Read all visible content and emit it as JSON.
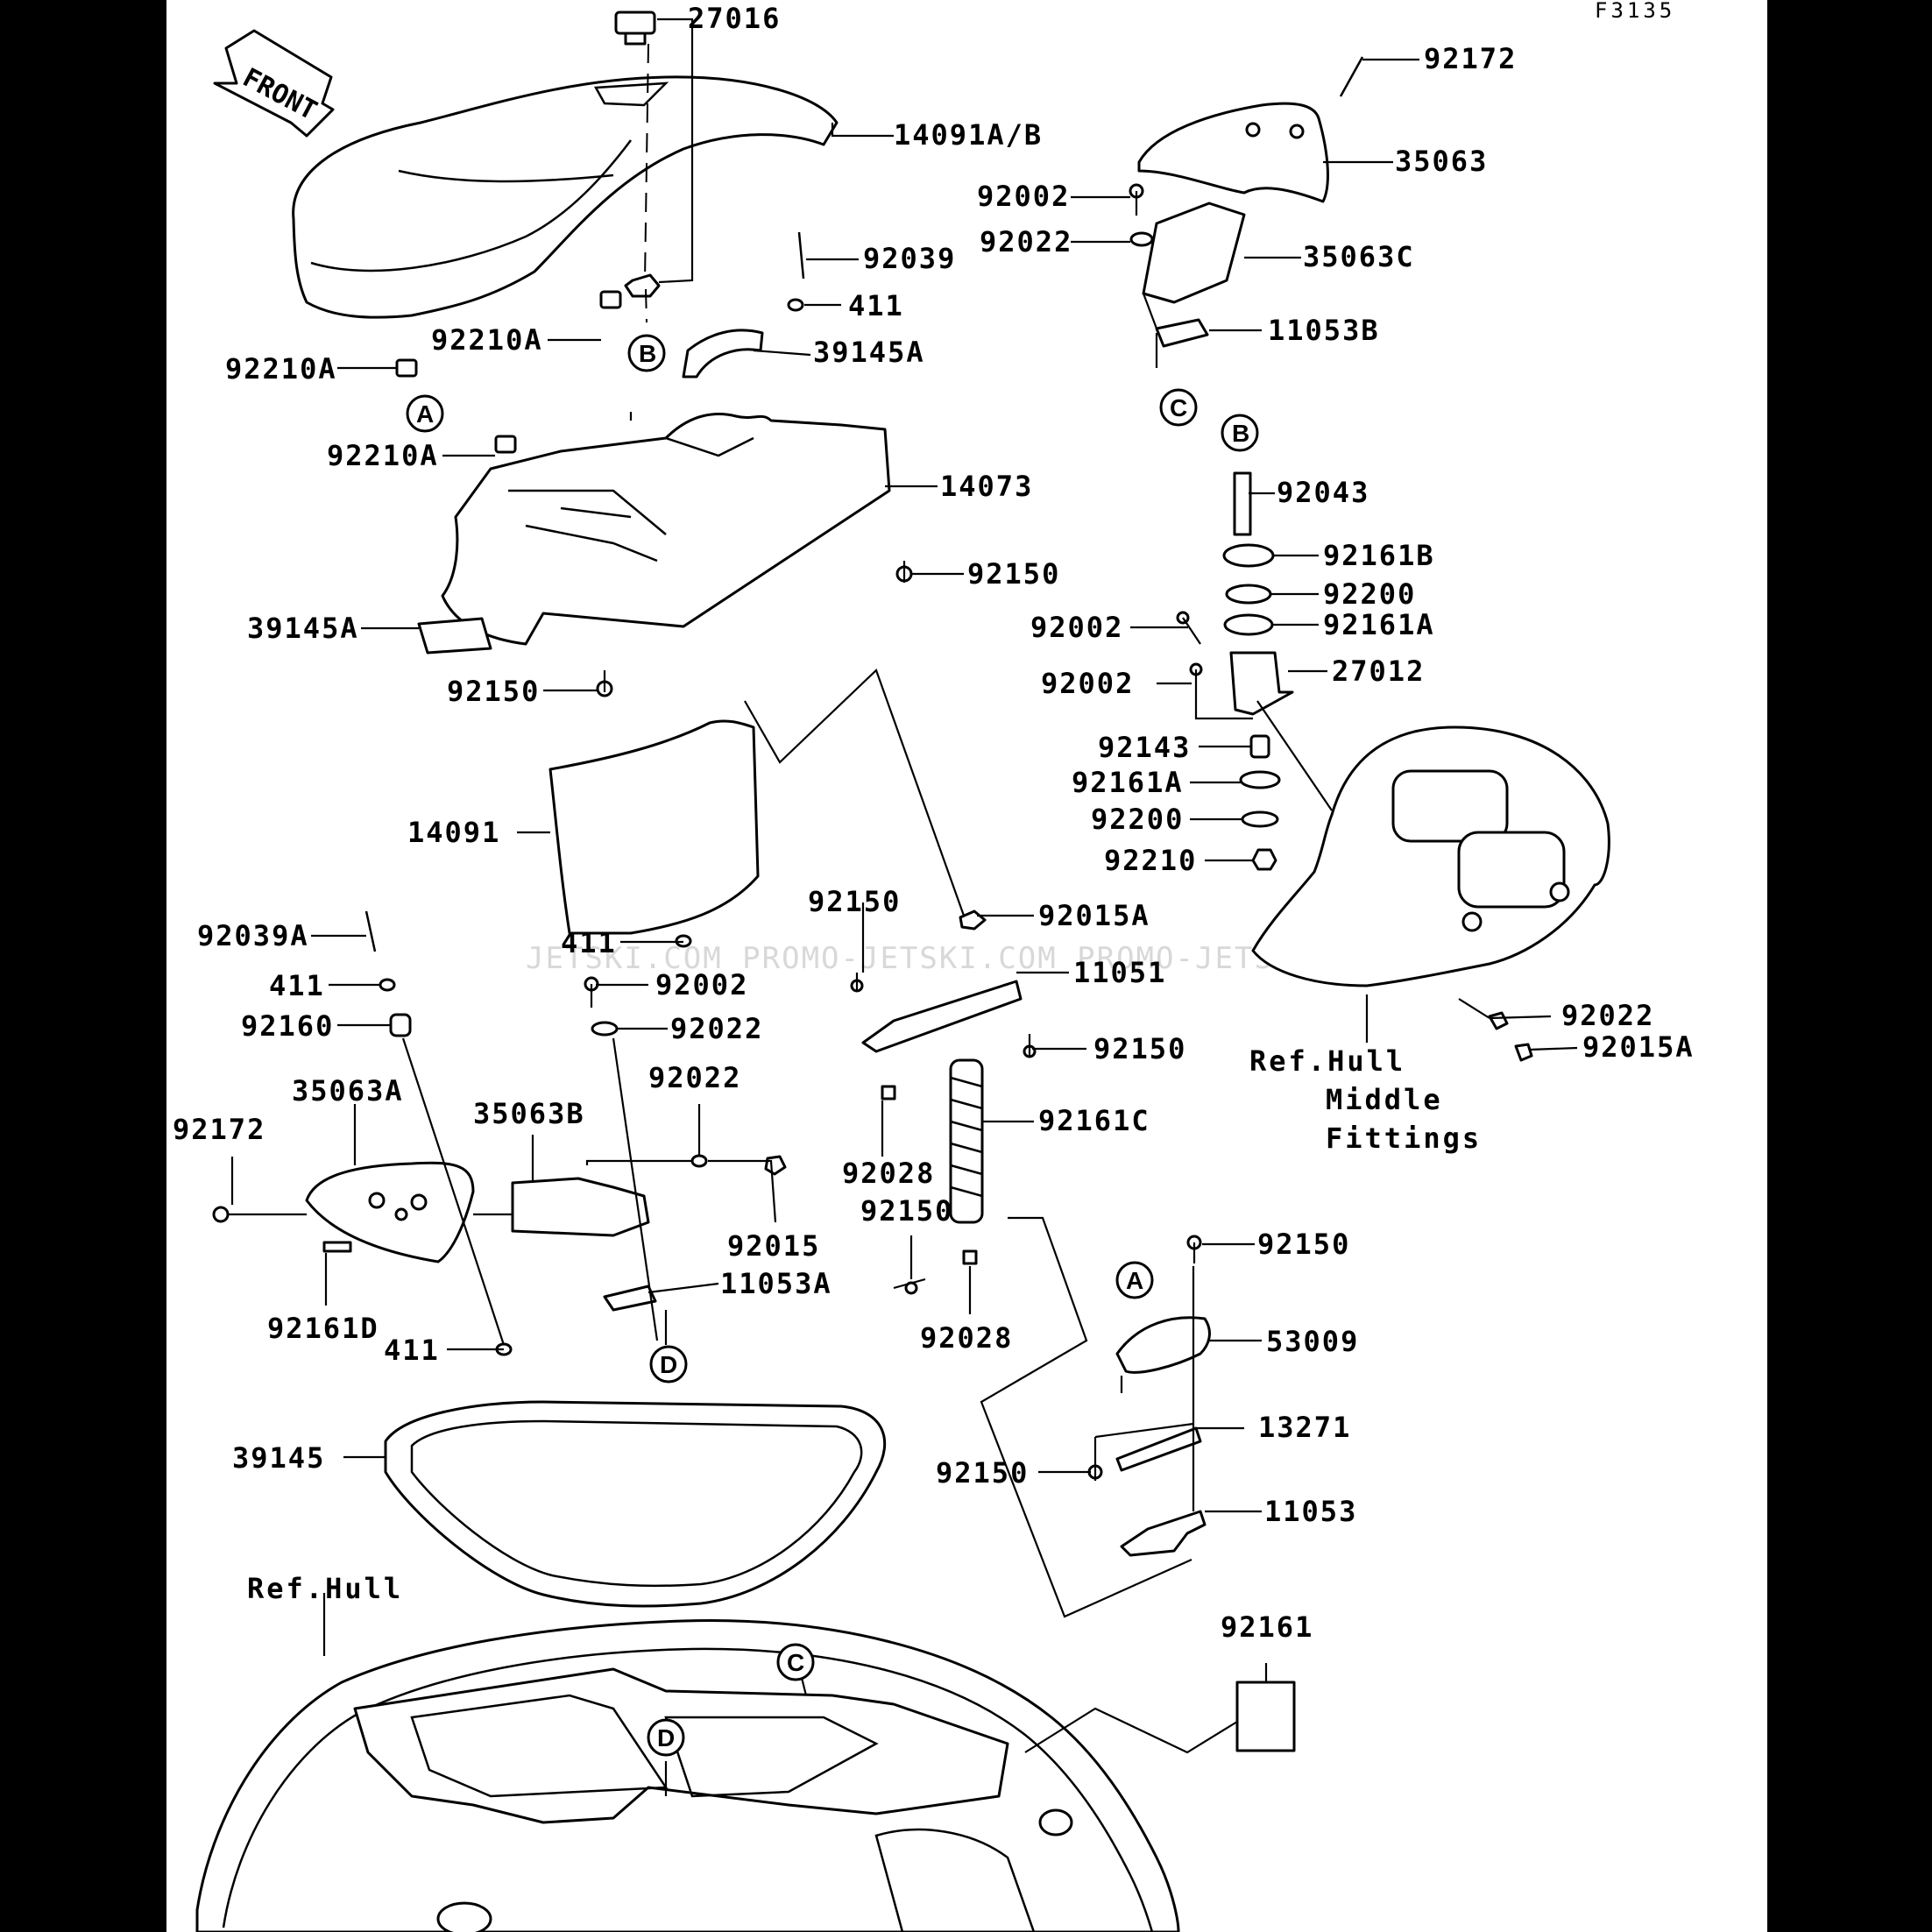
{
  "diagram": {
    "code": "F3135",
    "front_label": "FRONT",
    "watermark": "JETSKI.COM PROMO-JETSKI.COM PROMO-JETSKI.COM",
    "refs": {
      "hull": "Ref.Hull",
      "hull_middle_1": "Ref.Hull",
      "hull_middle_2": "Middle",
      "hull_middle_3": "Fittings"
    },
    "circle_refs": {
      "a": "A",
      "b": "B",
      "c": "C",
      "d": "D"
    },
    "parts": {
      "p27016": "27016",
      "p14091ab": "14091A/B",
      "p92172_top": "92172",
      "p35063": "35063",
      "p92002_top": "92002",
      "p92022_top": "92022",
      "p35063c": "35063C",
      "p11053b": "11053B",
      "p92039": "92039",
      "p411_top": "411",
      "p39145a_top": "39145A",
      "p92210a_1": "92210A",
      "p92210a_2": "92210A",
      "p92210a_3": "92210A",
      "p14073": "14073",
      "p92150_a": "92150",
      "p39145a_left": "39145A",
      "p92150_b": "92150",
      "p92043": "92043",
      "p92161b": "92161B",
      "p92200_a": "92200",
      "p92161a_a": "92161A",
      "p92002_mid1": "92002",
      "p27012": "27012",
      "p92002_mid2": "92002",
      "p92143": "92143",
      "p92161a_b": "92161A",
      "p92200_b": "92200",
      "p92210": "92210",
      "p14091": "14091",
      "p411_mid": "411",
      "p92150_c": "92150",
      "p92015a_a": "92015A",
      "p11051": "11051",
      "p92039a": "92039A",
      "p411_left": "411",
      "p92002_low": "92002",
      "p92160": "92160",
      "p92022_low": "92022",
      "p92150_d": "92150",
      "p92022_right": "92022",
      "p92015a_b": "92015A",
      "p35063a": "35063A",
      "p35063b": "35063B",
      "p92022_c": "92022",
      "p92161c": "92161C",
      "p92172_low": "92172",
      "p92028_a": "92028",
      "p92015": "92015",
      "p92150_e": "92150",
      "p11053a": "11053A",
      "p92161d": "92161D",
      "p411_low": "411",
      "p92028_b": "92028",
      "p92150_f": "92150",
      "p53009": "53009",
      "p13271": "13271",
      "p92150_g": "92150",
      "p11053": "11053",
      "p39145": "39145",
      "p92161": "92161"
    }
  }
}
